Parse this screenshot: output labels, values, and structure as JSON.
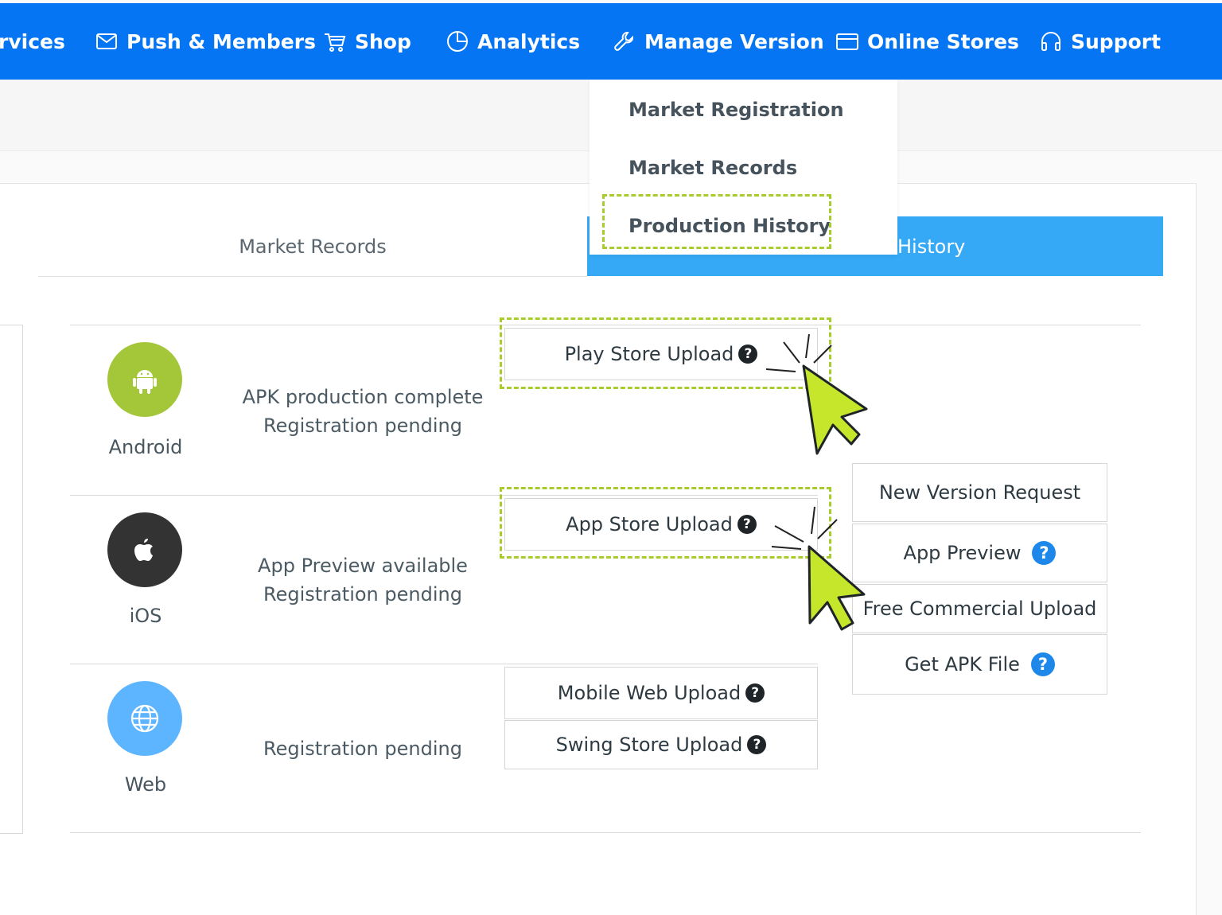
{
  "nav": {
    "items": [
      {
        "label": "rvices",
        "icon": "none"
      },
      {
        "label": "Push & Members",
        "icon": "mail-icon"
      },
      {
        "label": "Shop",
        "icon": "cart-icon"
      },
      {
        "label": "Analytics",
        "icon": "pie-chart-icon"
      },
      {
        "label": "Manage Version",
        "icon": "wrench-icon"
      },
      {
        "label": "Online Stores",
        "icon": "card-icon"
      },
      {
        "label": "Support",
        "icon": "headset-icon"
      }
    ]
  },
  "dropdown": {
    "items": [
      "Market Registration",
      "Market Records",
      "Production History"
    ]
  },
  "tabs": {
    "market_records": "Market Records",
    "history_partial": "History"
  },
  "platforms": [
    {
      "name": "Android",
      "status_line1": "APK production complete",
      "status_line2": "Registration pending",
      "button": "Play Store Upload",
      "icon": "android-icon",
      "color": "#a4c639"
    },
    {
      "name": "iOS",
      "status_line1": "App Preview available",
      "status_line2": "Registration pending",
      "button": "App Store Upload",
      "icon": "apple-icon",
      "color": "#333333"
    },
    {
      "name": "Web",
      "status_line1": "Registration pending",
      "buttons": [
        "Mobile Web Upload",
        "Swing Store Upload"
      ],
      "icon": "globe-icon",
      "color": "#5eb5ff"
    }
  ],
  "side_actions": [
    {
      "label": "New Version Request",
      "help": false
    },
    {
      "label": "App Preview",
      "help": true
    },
    {
      "label": "Free Commercial Upload",
      "help": false
    },
    {
      "label": "Get APK File",
      "help": true
    }
  ],
  "help_glyph": "?",
  "colors": {
    "nav_bg": "#0575f4",
    "tab_active": "#35a9f5",
    "highlight": "#a8cc2c",
    "cursor": "#c5e62b"
  }
}
